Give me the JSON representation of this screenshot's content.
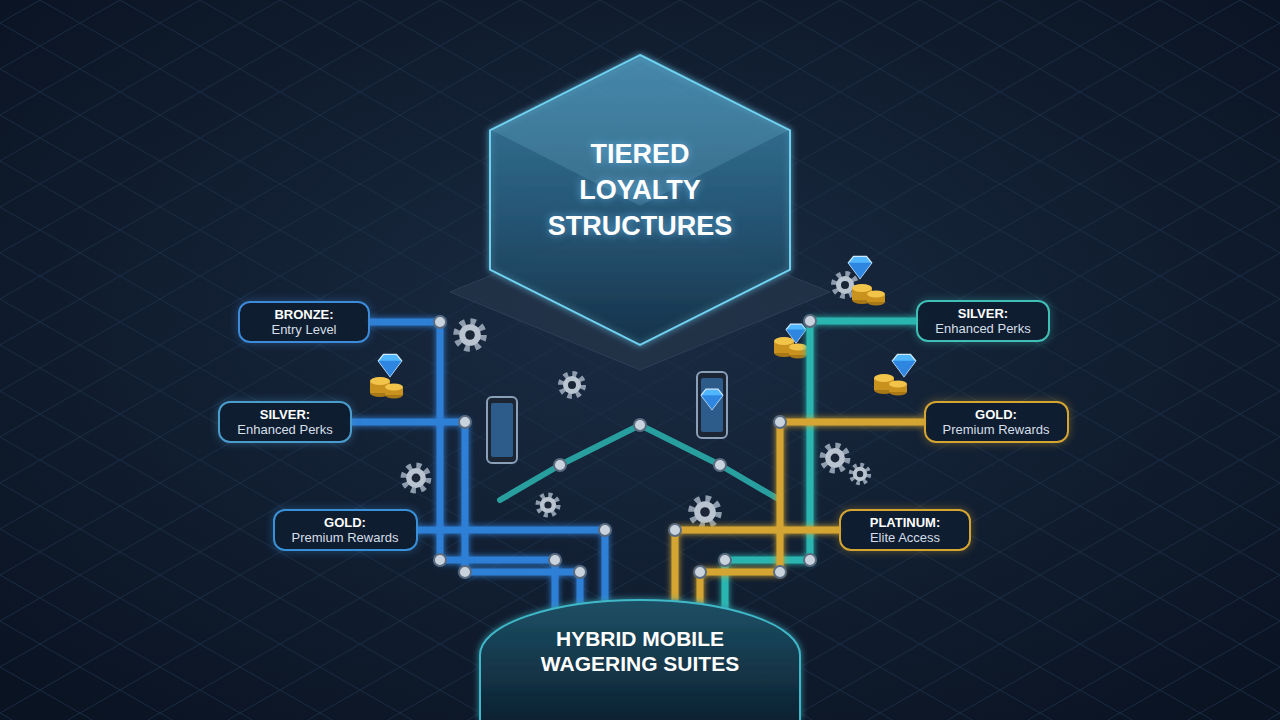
{
  "diagram": {
    "nodes": [
      {
        "text": [
          "TIERED LOYALTY STRUCTURES"
        ]
      },
      {
        "text": [
          "BRONZE:",
          "Entry Level"
        ]
      },
      {
        "text": [
          "SILVER:",
          "Enhanced Perks"
        ]
      },
      {
        "text": [
          "SILVER:",
          "Enhanced Perks"
        ]
      },
      {
        "text": [
          "GOLD:",
          "Premium Rewards"
        ]
      },
      {
        "text": [
          "GOLD:",
          "Premium Rewards"
        ]
      },
      {
        "text": [
          "PLATINUM:",
          "Elite Access"
        ]
      },
      {
        "text": [
          "HYBRID MOBILE WAGERING SUITES"
        ]
      }
    ],
    "edges": [
      {
        "from": 0,
        "to": 7,
        "arrow": "none"
      },
      {
        "from": 1,
        "to": 7,
        "arrow": "none"
      },
      {
        "from": 2,
        "to": 7,
        "arrow": "none"
      },
      {
        "from": 3,
        "to": 7,
        "arrow": "none"
      },
      {
        "from": 4,
        "to": 7,
        "arrow": "none"
      },
      {
        "from": 5,
        "to": 7,
        "arrow": "none"
      },
      {
        "from": 6,
        "to": 7,
        "arrow": "none"
      }
    ]
  }
}
